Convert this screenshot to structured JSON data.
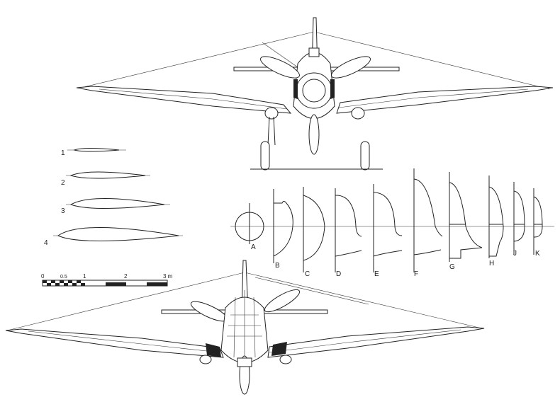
{
  "airfoil_sections": [
    {
      "label": "1"
    },
    {
      "label": "2"
    },
    {
      "label": "3"
    },
    {
      "label": "4"
    }
  ],
  "fuselage_sections": [
    {
      "label": "A"
    },
    {
      "label": "B"
    },
    {
      "label": "C"
    },
    {
      "label": "D"
    },
    {
      "label": "E"
    },
    {
      "label": "F"
    },
    {
      "label": "G"
    },
    {
      "label": "H"
    },
    {
      "label": "J"
    },
    {
      "label": "K"
    }
  ],
  "scale_bar": {
    "ticks": [
      "0",
      "0.5",
      "1",
      "2",
      "3 m"
    ]
  },
  "colors": {
    "ink": "#222222",
    "paper": "#ffffff"
  }
}
